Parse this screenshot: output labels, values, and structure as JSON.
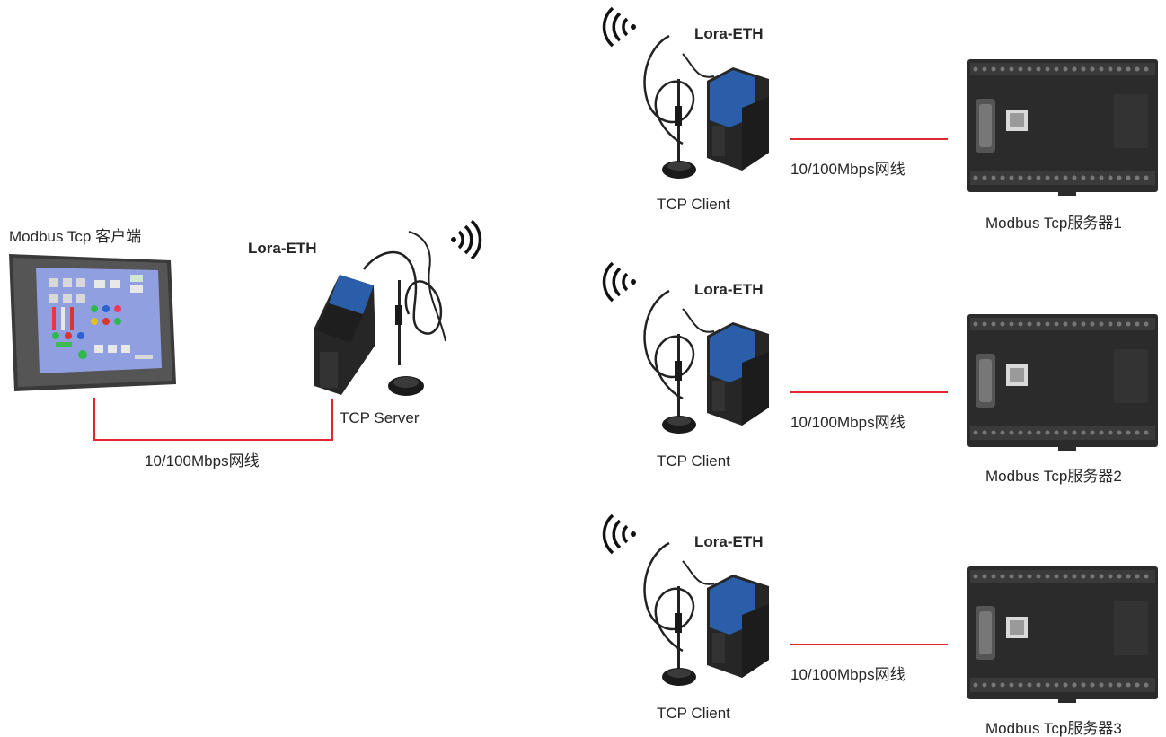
{
  "client": {
    "title": "Modbus Tcp 客户端"
  },
  "server_gateway": {
    "name": "Lora-ETH",
    "role": "TCP Server"
  },
  "client_cable": "10/100Mbps网线",
  "nodes": [
    {
      "name": "Lora-ETH",
      "role": "TCP Client",
      "cable": "10/100Mbps网线",
      "server": "Modbus Tcp服务器1"
    },
    {
      "name": "Lora-ETH",
      "role": "TCP Client",
      "cable": "10/100Mbps网线",
      "server": "Modbus Tcp服务器2"
    },
    {
      "name": "Lora-ETH",
      "role": "TCP Client",
      "cable": "10/100Mbps网线",
      "server": "Modbus Tcp服务器3"
    }
  ],
  "colors": {
    "cable": "#e0262e",
    "module": "#2a5ea8",
    "device": "#2b2b2b"
  }
}
